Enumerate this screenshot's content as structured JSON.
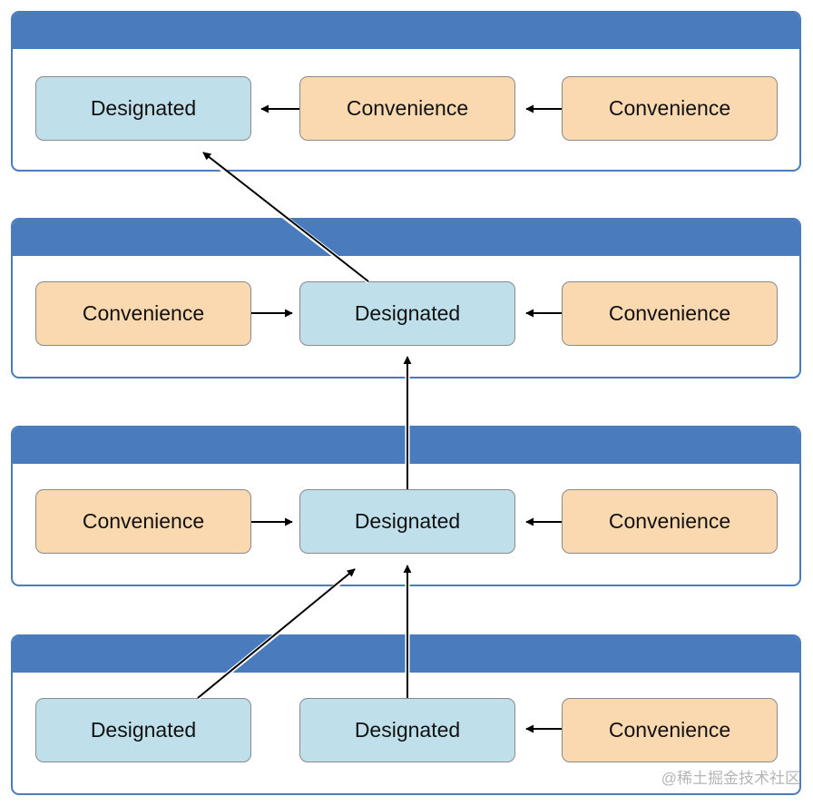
{
  "colors": {
    "panel_blue": "#4a7bbd",
    "designated_fill": "#bfe0ea",
    "convenience_fill": "#fad9b1",
    "arrow": "#000000"
  },
  "node_labels": {
    "designated": "Designated",
    "convenience": "Convenience"
  },
  "levels": [
    {
      "nodes": [
        {
          "type": "designated",
          "label": "Designated"
        },
        {
          "type": "convenience",
          "label": "Convenience"
        },
        {
          "type": "convenience",
          "label": "Convenience"
        }
      ]
    },
    {
      "nodes": [
        {
          "type": "convenience",
          "label": "Convenience"
        },
        {
          "type": "designated",
          "label": "Designated"
        },
        {
          "type": "convenience",
          "label": "Convenience"
        }
      ]
    },
    {
      "nodes": [
        {
          "type": "convenience",
          "label": "Convenience"
        },
        {
          "type": "designated",
          "label": "Designated"
        },
        {
          "type": "convenience",
          "label": "Convenience"
        }
      ]
    },
    {
      "nodes": [
        {
          "type": "designated",
          "label": "Designated"
        },
        {
          "type": "designated",
          "label": "Designated"
        },
        {
          "type": "convenience",
          "label": "Convenience"
        }
      ]
    }
  ],
  "watermark": "@稀土掘金技术社区"
}
